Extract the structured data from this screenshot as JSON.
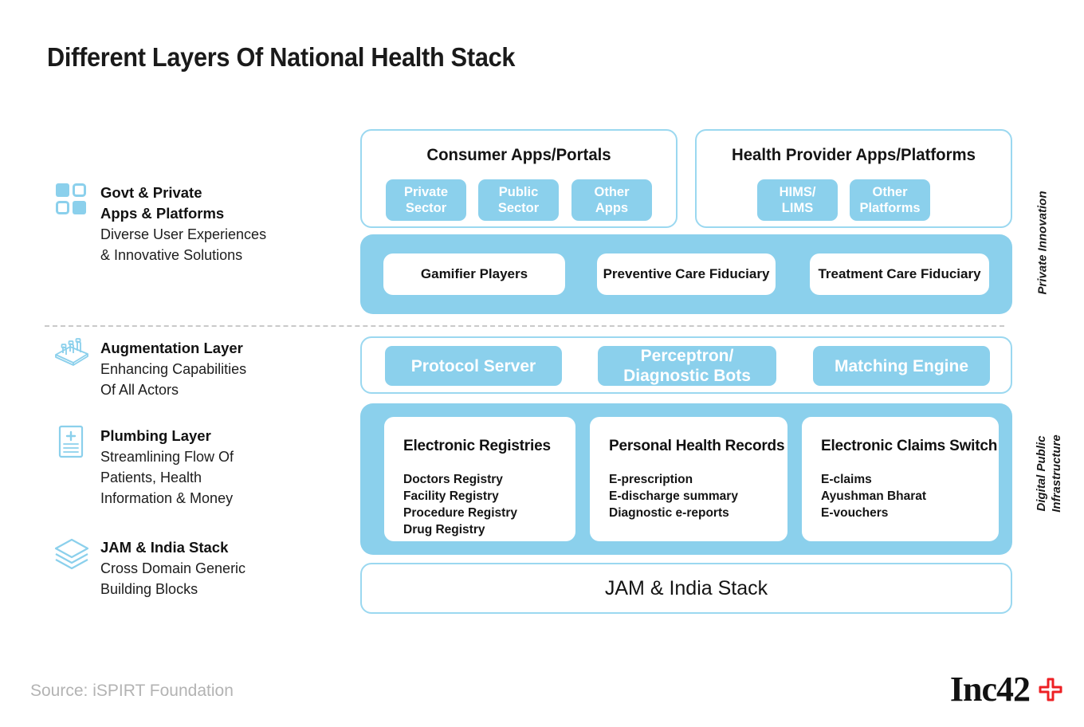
{
  "title": "Different Layers Of National Health Stack",
  "colors": {
    "blue": "#8BD0EC",
    "blue_border": "#9BD8F0",
    "divider": "#c9c9c9",
    "source_gray": "#b3b3b3",
    "logo_plus_red": "#ED2024"
  },
  "legend": [
    {
      "icon": "four-squares-icon",
      "title": "Govt & Private\nApps & Platforms",
      "subtitle": "Diverse User Experiences\n& Innovative Solutions"
    },
    {
      "icon": "isometric-bar-chart-icon",
      "title": "Augmentation Layer",
      "subtitle": "Enhancing Capabilities\nOf All Actors"
    },
    {
      "icon": "medical-document-icon",
      "title": "Plumbing Layer",
      "subtitle": "Streamlining Flow Of\nPatients, Health\nInformation & Money"
    },
    {
      "icon": "stacked-layers-icon",
      "title": "JAM & India Stack",
      "subtitle": "Cross Domain Generic\nBuilding Blocks"
    }
  ],
  "apps_row": {
    "consumer": {
      "title": "Consumer Apps/Portals",
      "chips": [
        "Private\nSector",
        "Public\nSector",
        "Other\nApps"
      ]
    },
    "provider": {
      "title": "Health Provider Apps/Platforms",
      "chips": [
        "HIMS/\nLIMS",
        "Other\nPlatforms"
      ]
    }
  },
  "fiduciary_band": {
    "cards": [
      "Gamifier Players",
      "Preventive Care Fiduciary",
      "Treatment Care Fiduciary"
    ]
  },
  "augmentation_row": {
    "chips": [
      "Protocol Server",
      "Perceptron/\nDiagnostic Bots",
      "Matching Engine"
    ]
  },
  "plumbing_band": {
    "columns": [
      {
        "heading": "Electronic Registries",
        "items": [
          "Doctors Registry",
          "Facility Registry",
          "Procedure Registry",
          "Drug Registry"
        ]
      },
      {
        "heading": "Personal Health Records",
        "items": [
          "E-prescription",
          "E-discharge summary",
          "Diagnostic e-reports"
        ]
      },
      {
        "heading": "Electronic Claims Switch",
        "items": [
          "E-claims",
          "Ayushman Bharat",
          "E-vouchers"
        ]
      }
    ]
  },
  "jam_bar": {
    "label": "JAM & India Stack"
  },
  "side_labels": {
    "private_innovation": "Private Innovation",
    "digital_public_infrastructure": "Digital Public\nInfrastructure"
  },
  "footer": {
    "source": "Source: iSPIRT Foundation",
    "logo_text": "Inc42",
    "logo_mark": "plus-icon"
  }
}
